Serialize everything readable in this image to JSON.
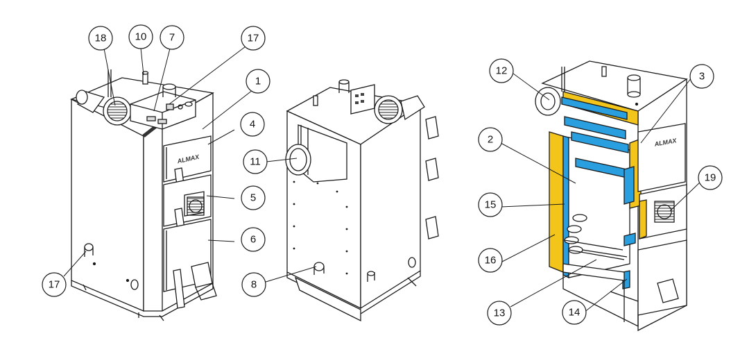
{
  "callouts": {
    "c18": "18",
    "c10": "10",
    "c7": "7",
    "c17a": "17",
    "c1": "1",
    "c4": "4",
    "c11": "11",
    "c5": "5",
    "c6": "6",
    "c17b": "17",
    "c8": "8",
    "c12": "12",
    "c3": "3",
    "c2": "2",
    "c19": "19",
    "c15": "15",
    "c16": "16",
    "c13": "13",
    "c14": "14"
  },
  "brand": {
    "door_logo": "ALMAX"
  },
  "colors": {
    "insulation": "#f3c419",
    "water_channel": "#2a9fe0",
    "line": "#1a1a1a",
    "panel_dark": "#7a7a7a"
  },
  "icons": [
    "fan-blower-icon",
    "control-panel-icon"
  ]
}
